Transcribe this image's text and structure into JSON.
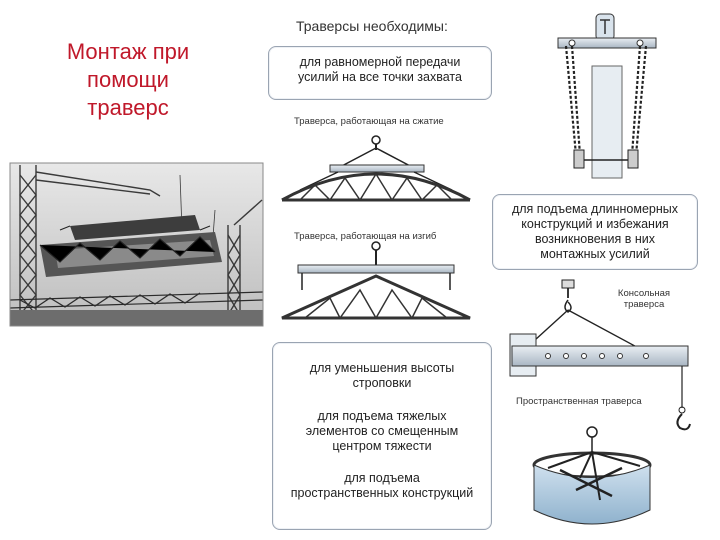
{
  "slide": {
    "title_lines": [
      "Монтаж при",
      "помощи",
      "траверс"
    ],
    "heading": "Траверсы необходимы:"
  },
  "boxes": {
    "top": [
      "для равномерной передачи",
      "усилий на все точки захвата"
    ],
    "right": [
      "для подъема длинномерных",
      "конструкций и избежания",
      "возникновения в них",
      "монтажных усилий"
    ],
    "bottom": {
      "item1": [
        "для уменьшения высоты",
        "строповки"
      ],
      "item2": [
        "для подъема тяжелых",
        "элементов со смещенным",
        "центром тяжести"
      ],
      "item3": [
        "для подъема",
        "пространственных конструкций"
      ]
    }
  },
  "labels": {
    "compression": "Траверса, работающая на сжатие",
    "bending": "Траверса, работающая на изгиб",
    "console": [
      "Консольная",
      "траверса"
    ],
    "spatial": "Пространственная траверса"
  },
  "colors": {
    "title": "#c0182a",
    "box_border": "#9aa4b2"
  }
}
